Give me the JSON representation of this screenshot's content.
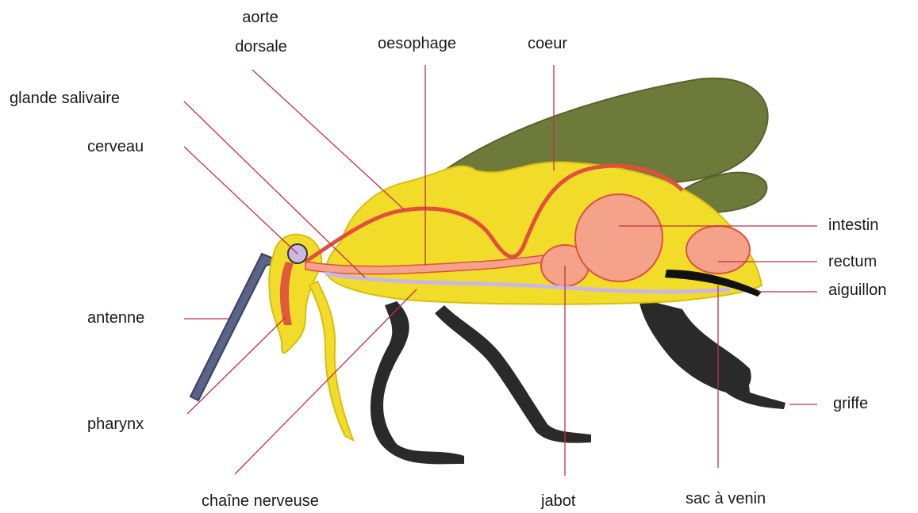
{
  "labels": {
    "aorte_dorsale": [
      "aorte",
      "dorsale"
    ],
    "oesophage": "oesophage",
    "coeur": "coeur",
    "glande_salivaire": "glande salivaire",
    "cerveau": "cerveau",
    "antenne": "antenne",
    "pharynx": "pharynx",
    "chaine_nerveuse": "chaîne nerveuse",
    "jabot": "jabot",
    "sac_a_venin": "sac à venin",
    "intestin": "intestin",
    "rectum": "rectum",
    "aiguillon": "aiguillon",
    "griffe": "griffe"
  },
  "colors": {
    "body": "#f2dc2a",
    "wing": "#6e7a3a",
    "organ": "#f4a38a",
    "vessel": "#e0503c",
    "legs": "#2a2a2a",
    "leader_line": "#c0304a",
    "nerve": "#c9b8e6"
  }
}
